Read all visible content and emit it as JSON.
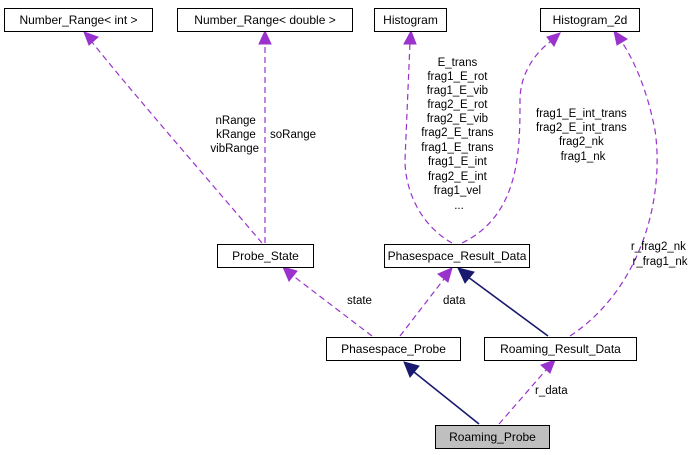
{
  "nodes": {
    "number_range_int": "Number_Range< int >",
    "number_range_double": "Number_Range< double >",
    "histogram": "Histogram",
    "histogram_2d": "Histogram_2d",
    "probe_state": "Probe_State",
    "phasespace_result_data": "Phasespace_Result_Data",
    "phasespace_probe": "Phasespace_Probe",
    "roaming_result_data": "Roaming_Result_Data",
    "roaming_probe": "Roaming_Probe"
  },
  "edge_labels": {
    "int_ranges": [
      "nRange",
      "kRange",
      "vibRange"
    ],
    "double_ranges": [
      "soRange"
    ],
    "histogram_fields": [
      "E_trans",
      "frag1_E_rot",
      "frag1_E_vib",
      "frag2_E_rot",
      "frag2_E_vib",
      "frag2_E_trans",
      "frag1_E_trans",
      "frag1_E_int",
      "frag2_E_int",
      "frag1_vel",
      "..."
    ],
    "histogram_2d_fields": [
      "frag1_E_int_trans",
      "frag2_E_int_trans",
      "frag2_nk",
      "frag1_nk"
    ],
    "histogram_2d_roaming_fields": [
      "r_frag2_nk",
      "r_frag1_nk"
    ],
    "state": "state",
    "data": "data",
    "r_data": "r_data"
  },
  "colors": {
    "usage_edge": "#9a32cd",
    "inheritance_edge": "#191970",
    "highlight_node": "#bfbfbf"
  }
}
